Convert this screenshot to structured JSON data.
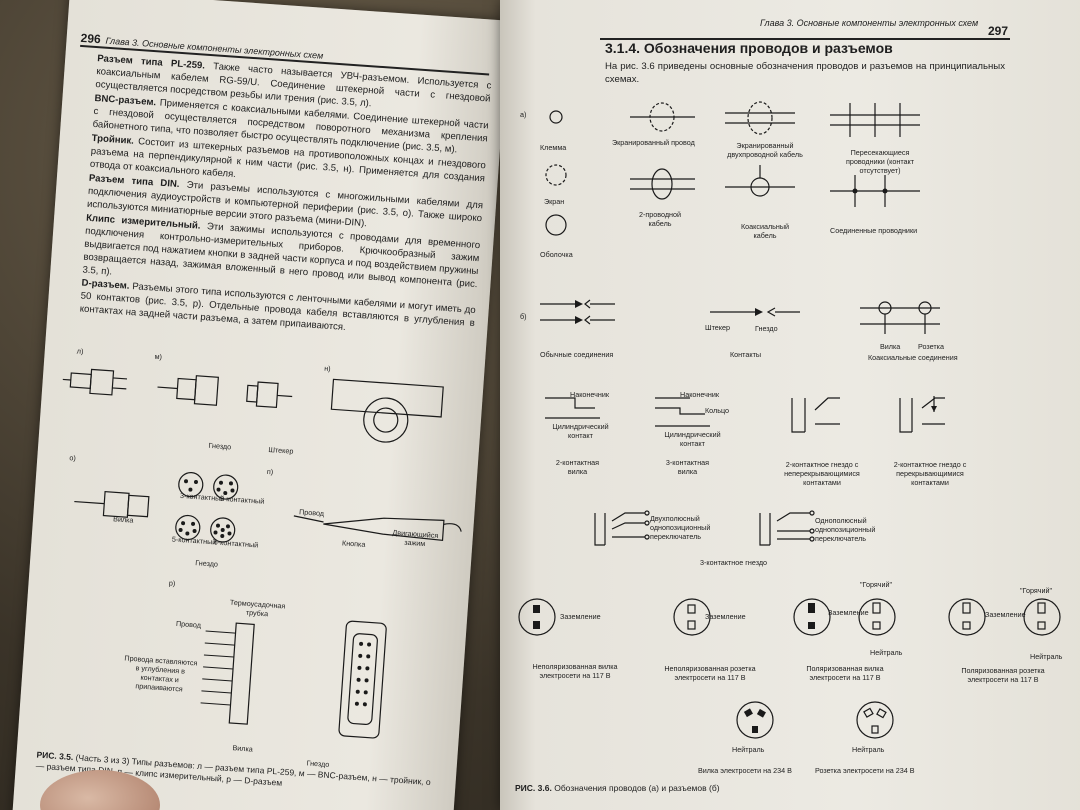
{
  "left_page": {
    "page_number": "296",
    "header": "Глава 3. Основные компоненты электронных схем",
    "paragraphs": [
      {
        "term": "Разъем типа PL-259.",
        "text": "Также часто называется УВЧ-разъемом. Используется с коаксиальным кабелем RG-59/U. Соединение штекерной части с гнездовой осуществляется посредством резьбы или трения (рис. 3.5, л)."
      },
      {
        "term": "BNC-разъем.",
        "text": "Применяется с коаксиальными кабелями. Соединение штекерной части с гнездовой осуществляется посредством поворотного механизма крепления байонетного типа, что позволяет быстро осуществлять подключение (рис. 3.5, м)."
      },
      {
        "term": "Тройник.",
        "text": "Состоит из штекерных разъемов на противоположных концах и гнездового разъема на перпендикулярной к ним части (рис. 3.5, н). Применяется для создания отвода от коаксиального кабеля."
      },
      {
        "term": "Разъем типа DIN.",
        "text": "Эти разъемы используются с многожильными кабелями для подключения аудиоустройств и компьютерной периферии (рис. 3.5, о). Также широко используются миниатюрные версии этого разъема (мини-DIN)."
      },
      {
        "term": "Клипс измерительный.",
        "text": "Эти зажимы используются с проводами для временного подключения контрольно-измерительных приборов. Крючкообразный зажим выдвигается под нажатием кнопки в задней части корпуса и под воздействием пружины возвращается назад, зажимая вложенный в него провод или вывод компонента (рис. 3.5, п)."
      },
      {
        "term": "D-разъем.",
        "text": "Разъемы этого типа используются с ленточными кабелями и могут иметь до 50 контактов (рис. 3.5, р). Отдельные провода кабеля вставляются в углубления в контактах на задней части разъема, а затем припаиваются."
      }
    ],
    "figure_labels": {
      "l": "л)",
      "m": "м)",
      "n": "н)",
      "o": "о)",
      "p": "п)",
      "r": "р)",
      "socket": "Гнездо",
      "plug": "Штекер",
      "pin3": "3-контактный",
      "pin5": "5-контактный",
      "pin5b": "5-контактный",
      "pin6": "6-контактный",
      "vilka": "Вилка",
      "gnezdo": "Гнездо",
      "wire": "Провод",
      "button": "Кнопка",
      "clamp": "Двигающийся зажим",
      "heatshrink": "Термоусадочная трубка",
      "wire2": "Провод",
      "wires_inserted": "Провода вставляются в углубления в контактах и припаиваются",
      "vilka2": "Вилка",
      "gnezdo2": "Гнездо"
    },
    "caption": {
      "fig": "РИС. 3.5.",
      "text": "(Часть 3 из 3) Типы разъемов: л — разъем типа PL-259, м — BNC-разъем, н — тройник, о — разъем типа DIN, п — клипс измерительный, р — D-разъем"
    }
  },
  "right_page": {
    "page_number": "297",
    "header": "Глава 3. Основные компоненты электронных схем",
    "section_title": "3.1.4. Обозначения проводов и разъемов",
    "intro": "На рис. 3.6 приведены основные обозначения проводов и разъемов на принципиальных схемах.",
    "labels_a": {
      "marker": "а)",
      "terminal": "Клемма",
      "shielded": "Экранированный провод",
      "shielded_pair": "Экранированный двухпроводной кабель",
      "crossing": "Пересекающиеся проводники (контакт отсутствует)",
      "screen": "Экран",
      "two_wire": "2-проводной кабель",
      "coax": "Коаксиальный кабель",
      "joined": "Соединенные проводники",
      "shell": "Оболочка"
    },
    "labels_b": {
      "marker": "б)",
      "ordinary": "Обычные соединения",
      "plug": "Штекер",
      "socket": "Гнездо",
      "contacts": "Контакты",
      "vilka": "Вилка",
      "rozetka": "Розетка",
      "coax_conn": "Коаксиальные соединения",
      "tip": "Наконечник",
      "tip2": "Наконечник",
      "ring": "Кольцо",
      "sleeve": "Цилиндрический контакт",
      "sleeve2": "Цилиндрический контакт",
      "plug2": "2-контактная вилка",
      "plug3": "3-контактная вилка",
      "jack_nonshort": "2-контактное гнездо с неперекрывающимися контактами",
      "jack_short": "2-контактное гнездо с перекрывающимися контактами",
      "dpdt": "Двухполюсный однопозиционный переключатель",
      "spst": "Однополюсный однопозиционный переключатель",
      "jack3": "3-контактное гнездо",
      "hot": "\"Горячий\"",
      "hot2": "\"Горячий\"",
      "ground1": "Заземление",
      "ground2": "Заземление",
      "ground3": "Заземление",
      "ground4": "Заземление",
      "neutral1": "Нейтраль",
      "neutral2": "Нейтраль",
      "neutral3": "Нейтраль",
      "neutral4": "Нейтраль",
      "np_plug": "Неполяризованная вилка электросети на 117 В",
      "np_socket": "Неполяризованная розетка электросети на 117 В",
      "p_plug": "Поляризованная вилка электросети на 117 В",
      "p_socket": "Поляризованная розетка электросети на 117 В",
      "plug234": "Вилка электросети на 234 В",
      "socket234": "Розетка электросети на 234 В"
    },
    "caption": {
      "fig": "РИС. 3.6.",
      "text": "Обозначения проводов (а) и разъемов (б)"
    }
  }
}
